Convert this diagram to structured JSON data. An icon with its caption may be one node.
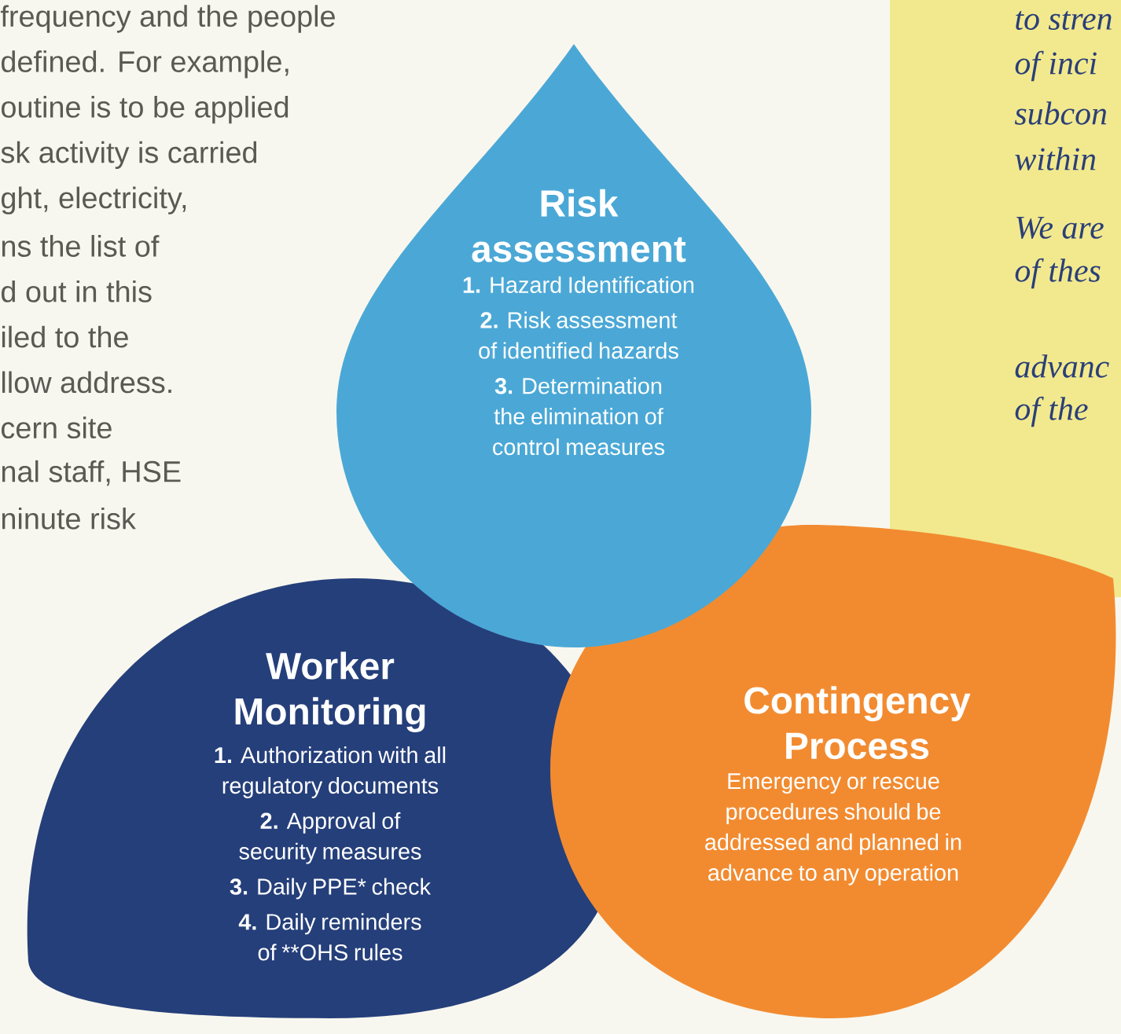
{
  "diagram": {
    "nodes": [
      {
        "text": [
          "Risk assessment",
          "**1.** Hazard Identification",
          "**2.** Risk assessment of identified hazards",
          "**3.** Determination the elimination of control measures"
        ]
      },
      {
        "text": [
          "Worker Monitoring",
          "**1.** Authorization with all regulatory documents",
          "**2.** Approval of security measures",
          "**3.** Daily PPE* check",
          "**4.** Daily reminders of **OHS rules"
        ]
      },
      {
        "text": [
          "Contingency Process",
          "Emergency or rescue procedures should be addressed and planned in advance to any operation"
        ]
      }
    ],
    "labels": [
      "frequency and the people",
      "defined. For example,",
      "outine is to be applied",
      "sk activity is carried",
      "ght, electricity,",
      "ns the list of",
      "d out in this",
      "iled to the",
      "llow address.",
      "cern site",
      "nal staff, HSE",
      "ninute risk",
      "to stren",
      "of inci",
      "subcon",
      "within",
      "We are",
      "of thes",
      "advanc",
      "of the"
    ]
  }
}
